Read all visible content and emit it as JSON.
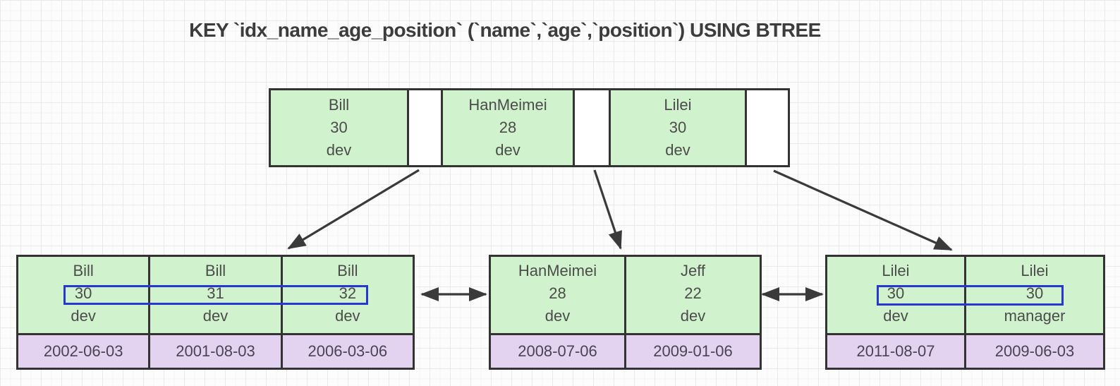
{
  "title": "KEY `idx_name_age_position` (`name`,`age`,`position`) USING BTREE",
  "colors": {
    "green": "#d0f2cc",
    "purple": "#e3d2f0",
    "border": "#333333",
    "blue": "#2737d3",
    "arrow": "#3a3a3a",
    "text": "#4c4c4c",
    "title": "#3c3c3c"
  },
  "root_node": {
    "entries": [
      {
        "name": "Bill",
        "age": "30",
        "position": "dev"
      },
      {
        "name": "HanMeimei",
        "age": "28",
        "position": "dev"
      },
      {
        "name": "Lilei",
        "age": "30",
        "position": "dev"
      }
    ]
  },
  "leaf_nodes": {
    "left": {
      "records": [
        {
          "name": "Bill",
          "age": "30",
          "position": "dev",
          "date": "2002-06-03"
        },
        {
          "name": "Bill",
          "age": "31",
          "position": "dev",
          "date": "2001-08-03"
        },
        {
          "name": "Bill",
          "age": "32",
          "position": "dev",
          "date": "2006-03-06"
        }
      ]
    },
    "middle": {
      "records": [
        {
          "name": "HanMeimei",
          "age": "28",
          "position": "dev",
          "date": "2008-07-06"
        },
        {
          "name": "Jeff",
          "age": "22",
          "position": "dev",
          "date": "2009-01-06"
        }
      ]
    },
    "right": {
      "records": [
        {
          "name": "Lilei",
          "age": "30",
          "position": "dev",
          "date": "2011-08-07"
        },
        {
          "name": "Lilei",
          "age": "30",
          "position": "manager",
          "date": "2009-06-03"
        }
      ]
    }
  }
}
